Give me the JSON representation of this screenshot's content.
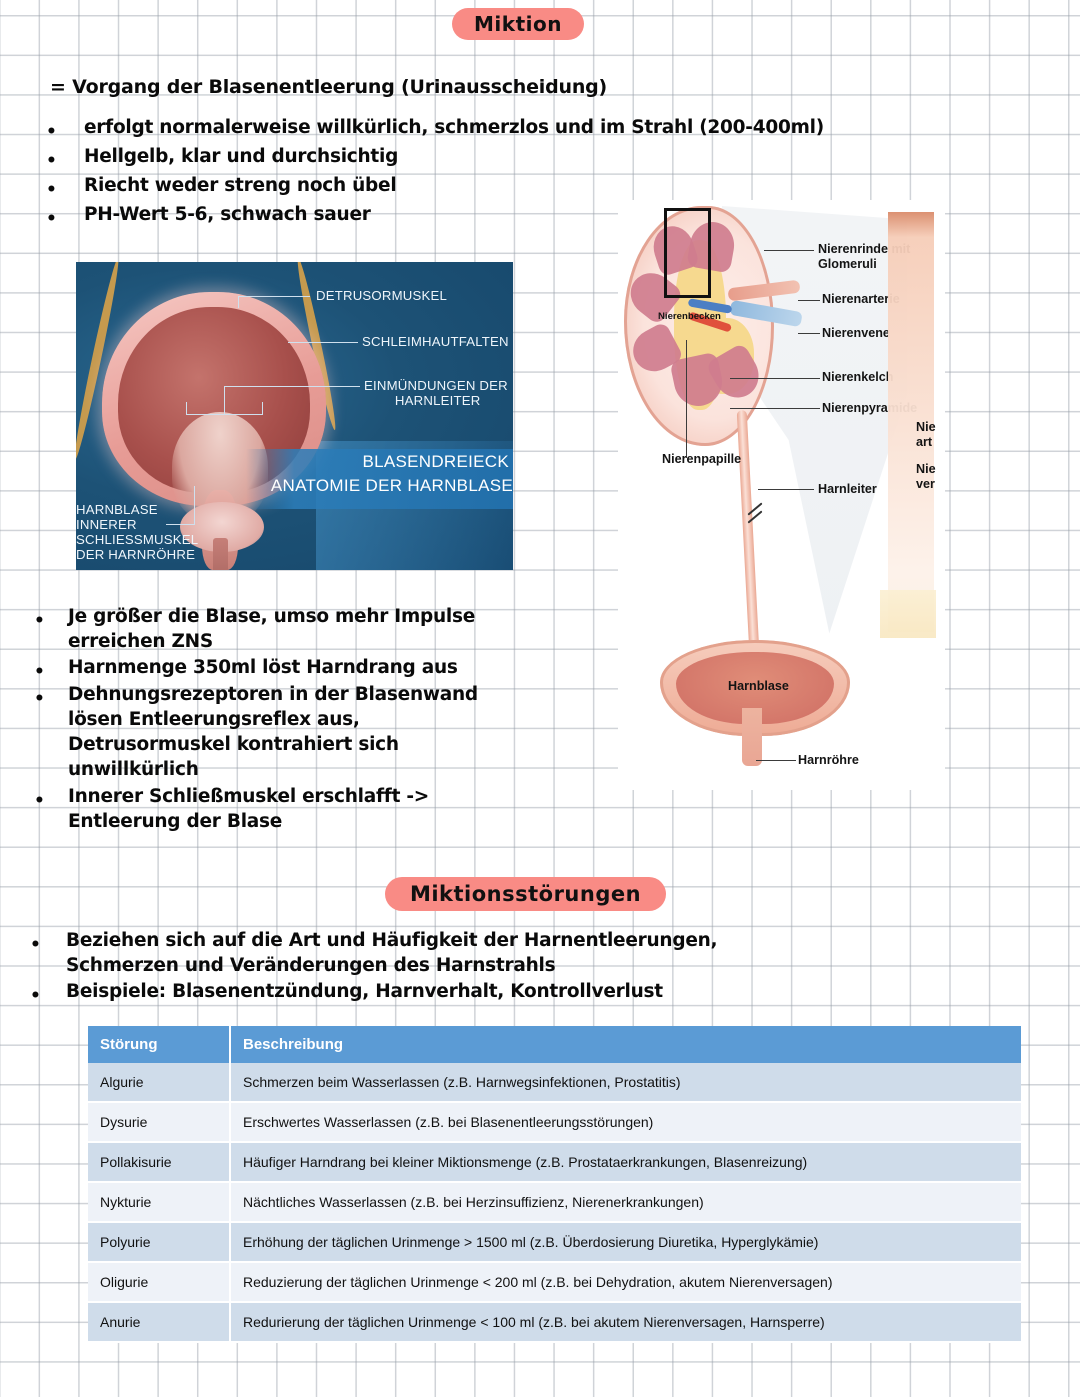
{
  "page": {
    "title_badge": "Miktion",
    "section_badge": "Miktionsstörungen",
    "definition": "= Vorgang der Blasenentleerung (Urinausscheidung)"
  },
  "intro_bullets": [
    "erfolgt normalerweise willkürlich, schmerzlos und im Strahl (200-400ml)",
    "Hellgelb, klar und durchsichtig",
    "Riecht weder streng noch übel",
    "PH-Wert 5-6, schwach sauer"
  ],
  "reflex_bullets": [
    "Je größer die Blase, umso mehr Impulse\nerreichen ZNS",
    "Harnmenge 350ml löst Harndrang aus",
    "Dehnungsrezeptoren in der Blasenwand\nlösen Entleerungsreflex aus,\nDetrusormuskel kontrahiert sich\nunwillkürlich",
    "Innerer Schließmuskel erschlafft ->\nEntleerung der Blase"
  ],
  "disorder_bullets": [
    "Beziehen sich auf die Art und Häufigkeit der Harnentleerungen,\nSchmerzen und Veränderungen des Harnstrahls",
    "Beispiele: Blasenentzündung, Harnverhalt, Kontrollverlust"
  ],
  "bladder_figure": {
    "labels": {
      "detrusor": "DETRUSORMUSKEL",
      "schleimhautfalten": "SCHLEIMHAUTFALTEN",
      "einmuendungen": "EINMÜNDUNGEN DER\n        HARNLEITER",
      "harnblase_sphincter": "HARNBLASE\nINNERER\nSCHLIESSMUSKEL\nDER HARNRÖHRE"
    },
    "banner_line1": "BLASENDREIECK",
    "banner_line2": "ANATOMIE DER HARNBLASE"
  },
  "kidney_figure": {
    "labels": {
      "nierenrinde": "Nierenrinde mit\nGlomeruli",
      "nierenarterie": "Nierenarterie",
      "nierenvene": "Nierenvene",
      "nierenkelch": "Nierenkelch",
      "nierenpyramide": "Nierenpyramide",
      "nierenpapille": "Nierenpapille",
      "nierenbecken": "Nierenbecken",
      "harnleiter": "Harnleiter",
      "harnblase": "Harnblase",
      "harnroehre": "Harnröhre",
      "clipped_arterie": "Nie\nart",
      "clipped_vene": "Nie\nver"
    }
  },
  "table": {
    "headers": [
      "Störung",
      "Beschreibung"
    ],
    "rows": [
      [
        "Algurie",
        "Schmerzen beim Wasserlassen (z.B. Harnwegsinfektionen, Prostatitis)"
      ],
      [
        "Dysurie",
        "Erschwertes Wasserlassen (z.B. bei Blasenentleerungsstörungen)"
      ],
      [
        "Pollakisurie",
        "Häufiger Harndrang bei kleiner Miktionsmenge (z.B. Prostataerkrankungen, Blasenreizung)"
      ],
      [
        "Nykturie",
        "Nächtliches Wasserlassen (z.B. bei Herzinsuffizienz, Nierenerkrankungen)"
      ],
      [
        "Polyurie",
        "Erhöhung der täglichen Urinmenge > 1500 ml (z.B. Überdosierung Diuretika, Hyperglykämie)"
      ],
      [
        "Oligurie",
        "Reduzierung der täglichen Urinmenge < 200 ml (z.B. bei Dehydration, akutem Nierenversagen)"
      ],
      [
        "Anurie",
        "Redurierung der täglichen Urinmenge < 100 ml (z.B. bei akutem Nierenversagen, Harnsperre)"
      ]
    ]
  },
  "colors": {
    "badge_pink": "#f98b85",
    "table_header_blue": "#5b9bd5",
    "table_row_dark": "#cfdcea",
    "table_row_light": "#eef2f8",
    "grid_line": "#969ea8"
  }
}
